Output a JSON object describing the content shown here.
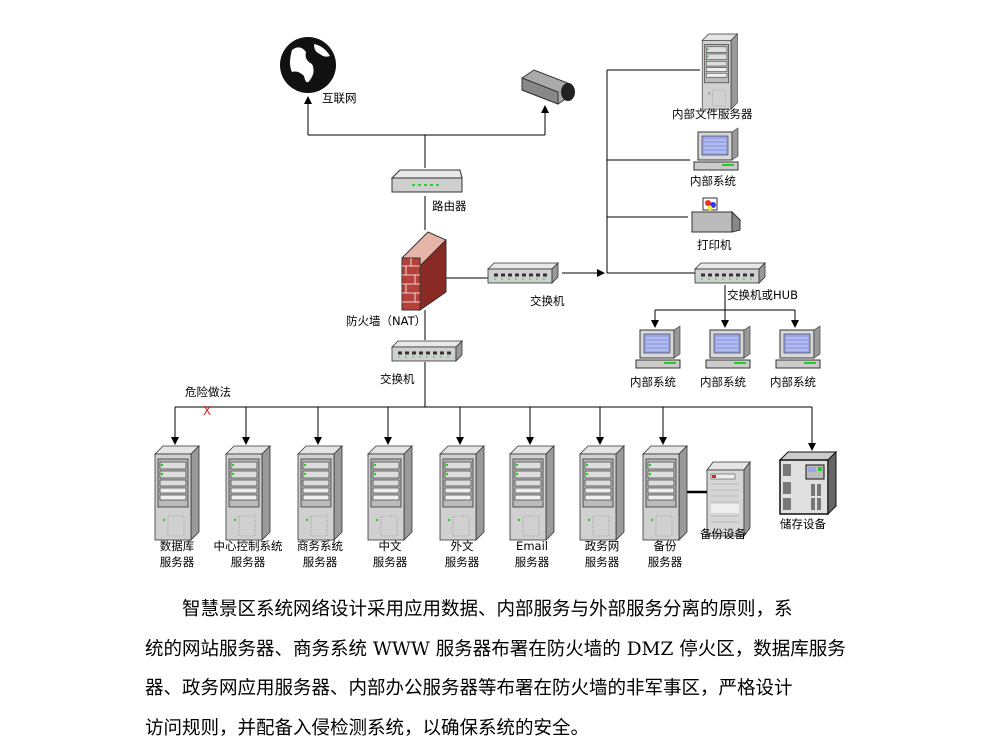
{
  "diagram": {
    "internet": "互联网",
    "router": "路由器",
    "firewall": "防火墙（NAT）",
    "switch_main": "交换机",
    "switch_internal": "交换机",
    "file_server": "内部文件服务器",
    "internal_system": "内部系统",
    "printer": "打印机",
    "hub": "交换机或HUB",
    "hub_clients": [
      "内部系统",
      "内部系统",
      "内部系统"
    ],
    "danger_note": "危险做法",
    "danger_mark": "X",
    "servers": [
      [
        "数据库",
        "服务器"
      ],
      [
        "中心控制系统",
        "服务器"
      ],
      [
        "商务系统",
        "服务器"
      ],
      [
        "中文",
        "服务器"
      ],
      [
        "外文",
        "服务器"
      ],
      [
        "Email",
        "服务器"
      ],
      [
        "政务网",
        "服务器"
      ],
      [
        "备份",
        "服务器"
      ]
    ],
    "backup_device": "备份设备",
    "storage_device": "储存设备",
    "colors": {
      "firewall_brick": "#b5413a",
      "danger": "#e02020",
      "screen": "#9aa6e8"
    }
  },
  "paragraph": {
    "lines": [
      "智慧景区系统网络设计采用应用数据、内部服务与外部服务分离的原则，系",
      "统的网站服务器、商务系统 WWW 服务器布署在防火墙的 DMZ 停火区，数据库服务",
      "器、政务网应用服务器、内部办公服务器等布署在防火墙的非军事区，严格设计",
      "访问规则，并配备入侵检测系统，以确保系统的安全。"
    ]
  }
}
